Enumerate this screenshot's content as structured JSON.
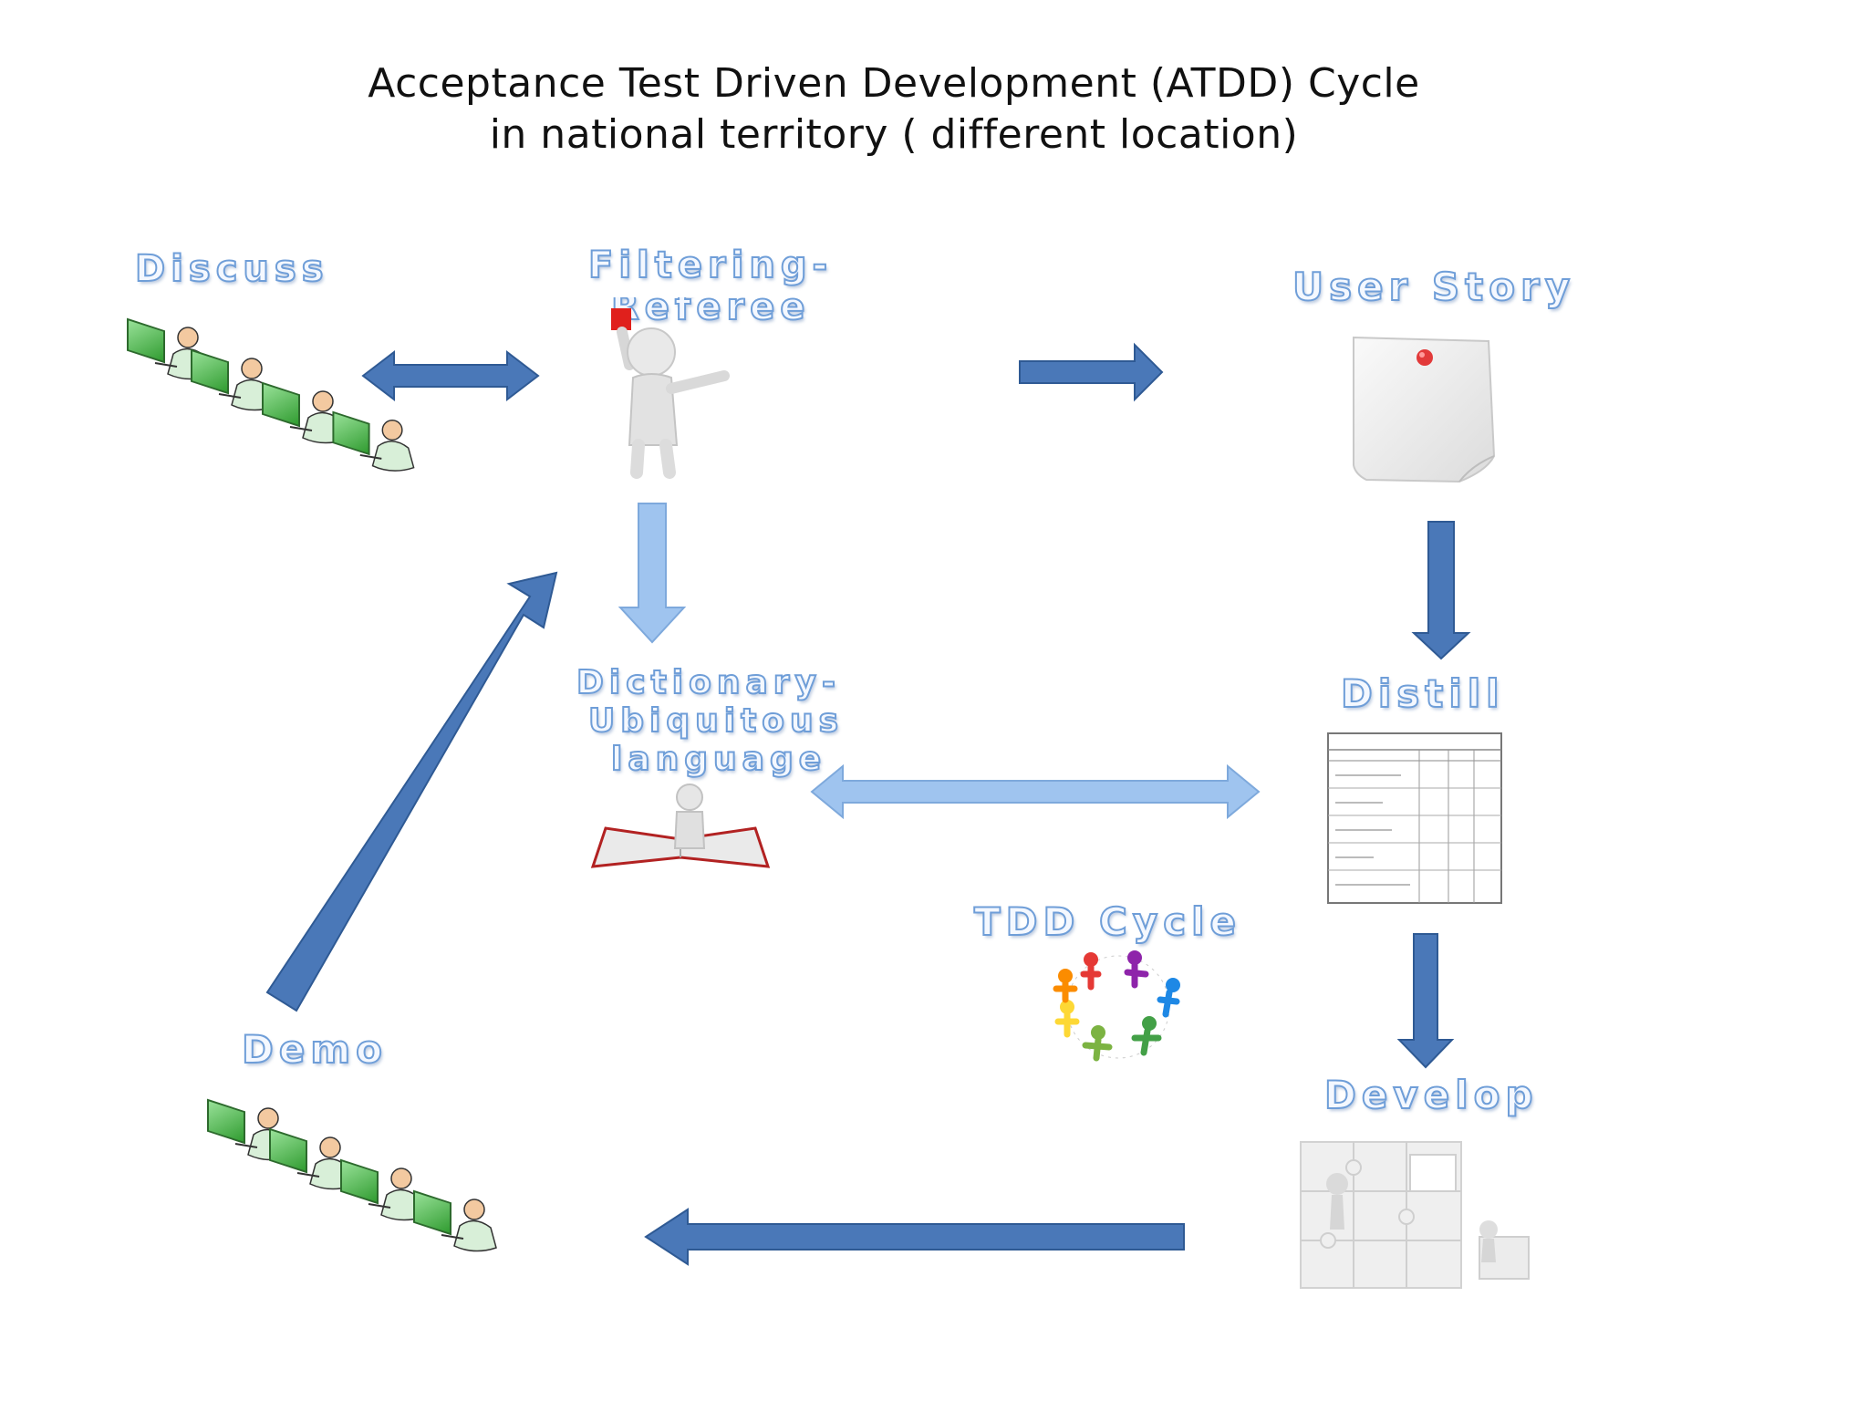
{
  "title": {
    "line1": "Acceptance Test Driven Development (ATDD) Cycle",
    "line2": "in national territory ( different location)"
  },
  "nodes": {
    "discuss": "Discuss",
    "filtering": "Filtering-",
    "referee": "Referee",
    "user_story": "User Story",
    "dictionary_line1": "Dictionary-",
    "dictionary_line2": "Ubiquitous",
    "dictionary_line3": "language",
    "distill": "Distill",
    "tdd_cycle": "TDD Cycle",
    "demo": "Demo",
    "develop": "Develop"
  },
  "colors": {
    "arrow_dark": "#4a78b8",
    "arrow_light": "#9fc4ef",
    "label_outline": "#6f9ed8",
    "title": "#111111"
  },
  "icons": {
    "discuss": "people-at-computers-icon",
    "filtering": "referee-figure-icon",
    "user_story": "sticky-note-icon",
    "dictionary": "open-book-icon",
    "distill": "table-document-icon",
    "tdd_cycle": "people-circle-icon",
    "demo": "people-at-computers-icon",
    "develop": "puzzle-wall-icon"
  }
}
